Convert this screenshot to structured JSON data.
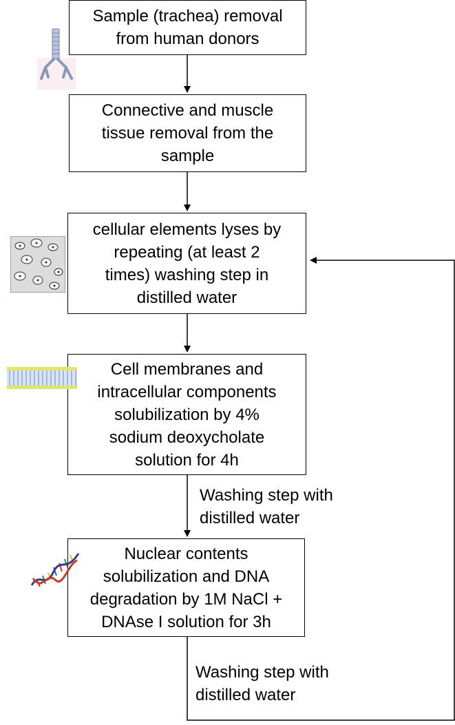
{
  "steps": [
    {
      "id": "step1",
      "text": "Sample (trachea) removal\nfrom human donors"
    },
    {
      "id": "step2",
      "text": "Connective and muscle\ntissue removal from the\nsample"
    },
    {
      "id": "step3",
      "text": "cellular elements lyses by\nrepeating (at least 2\ntimes) washing step in\ndistilled water"
    },
    {
      "id": "step4",
      "text": "Cell membranes and\nintracellular components\nsolubilization by 4%\nsodium deoxycholate\nsolution for 4h"
    },
    {
      "id": "step5",
      "text": "Nuclear contents\nsolubilization and DNA\ndegradation by 1M NaCl +\nDNAse I solution for 3h"
    }
  ],
  "edge_labels": {
    "wash_after_step4": "Washing step with\ndistilled water",
    "wash_loop": "Washing step with\ndistilled water"
  },
  "icons": {
    "step1": "trachea-icon",
    "step3": "cells-icon",
    "step4": "membrane-icon",
    "step5": "dna-icon"
  }
}
